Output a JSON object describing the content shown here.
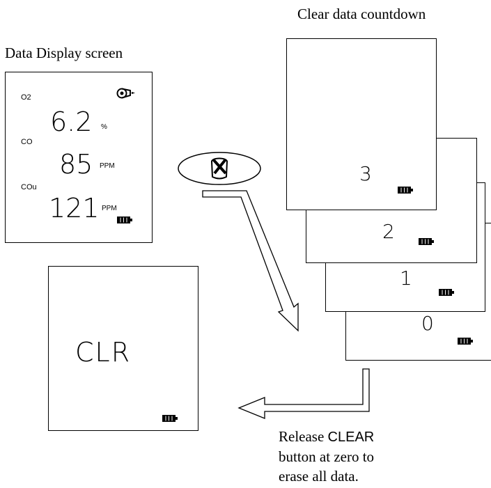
{
  "captions": {
    "data_display": "Data Display screen",
    "countdown": "Clear data countdown"
  },
  "data_display_screen": {
    "o2_label": "O2",
    "o2_value": "6.2",
    "o2_unit": "%",
    "co_label": "CO",
    "co_value": "85",
    "co_unit": "PPM",
    "cou_label": "COu",
    "cou_value": "121",
    "cou_unit": "PPM",
    "icons": [
      "pump-icon",
      "battery-icon"
    ]
  },
  "clear_button": {
    "icon": "clear-trash-icon"
  },
  "countdown_screens": [
    {
      "value": "3"
    },
    {
      "value": "2"
    },
    {
      "value": "1"
    },
    {
      "value": "0"
    }
  ],
  "clr_screen": {
    "text": "CLR"
  },
  "instruction": {
    "prefix": "Release ",
    "button_name": "CLEAR",
    "line2": "button at zero to",
    "line3": "erase all data."
  }
}
